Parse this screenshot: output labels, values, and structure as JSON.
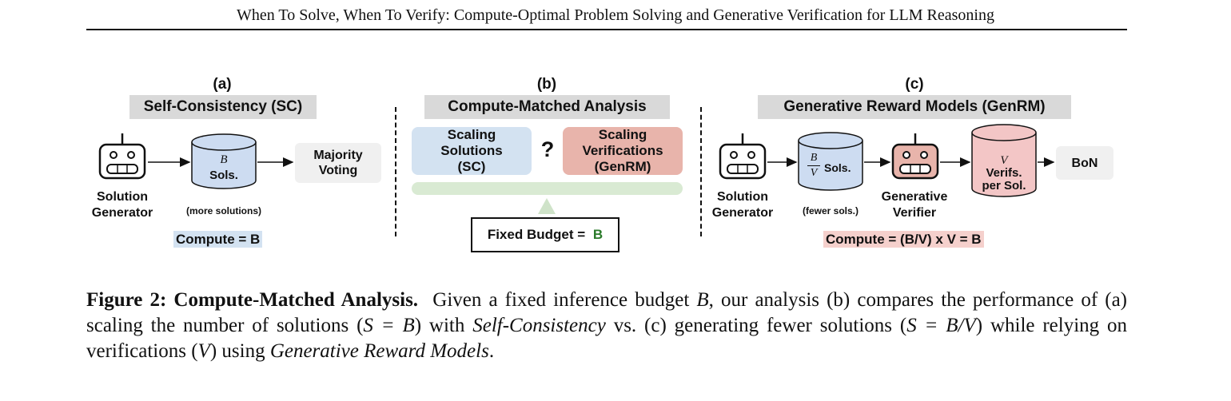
{
  "header": {
    "running_title": "When To Solve, When To Verify: Compute-Optimal Problem Solving and Generative Verification for LLM Reasoning"
  },
  "panel_a": {
    "letter": "(a)",
    "title": "Self-Consistency (SC)",
    "generator_label_1": "Solution",
    "generator_label_2": "Generator",
    "db_var": "B",
    "db_label": "Sols.",
    "db_note": "(more solutions)",
    "voting_1": "Majority",
    "voting_2": "Voting",
    "compute": "Compute = B"
  },
  "panel_b": {
    "letter": "(b)",
    "title": "Compute-Matched Analysis",
    "left_1": "Scaling",
    "left_2": "Solutions",
    "left_3": "(SC)",
    "question": "?",
    "right_1": "Scaling",
    "right_2": "Verifications",
    "right_3": "(GenRM)",
    "budget_prefix": "Fixed Budget = ",
    "budget_var": "B"
  },
  "panel_c": {
    "letter": "(c)",
    "title": "Generative Reward Models (GenRM)",
    "generator_label_1": "Solution",
    "generator_label_2": "Generator",
    "db_num": "B",
    "db_den": "V",
    "db_label": "Sols.",
    "db_note": "(fewer sols.)",
    "verifier_label_1": "Generative",
    "verifier_label_2": "Verifier",
    "verifs_var": "V",
    "verifs_1": "Verifs.",
    "verifs_2": "per Sol.",
    "bon": "BoN",
    "compute": "Compute = (B/V) x V = B"
  },
  "caption": {
    "fig_label": "Figure 2:",
    "fig_title": "Compute-Matched Analysis.",
    "text_1": "Given a fixed inference budget ",
    "var_B": "B",
    "text_2": ", our analysis (b) compares the performance of (a) scaling the number of solutions (",
    "eq_1": "S = B",
    "text_3": ") with ",
    "sc": "Self-Consistency",
    "text_4": " vs. (c) generating fewer solutions (",
    "eq_2": "S = B/V",
    "text_5": ") while relying on verifications (",
    "var_V": "V",
    "text_6": ") using ",
    "genrm": "Generative Reward Models",
    "text_7": "."
  },
  "colors": {
    "blue_fill": "#d3e2f1",
    "red_fill": "#e8b4ab",
    "green_bar": "#d9ead3",
    "grey_title": "#d9d9d9"
  }
}
